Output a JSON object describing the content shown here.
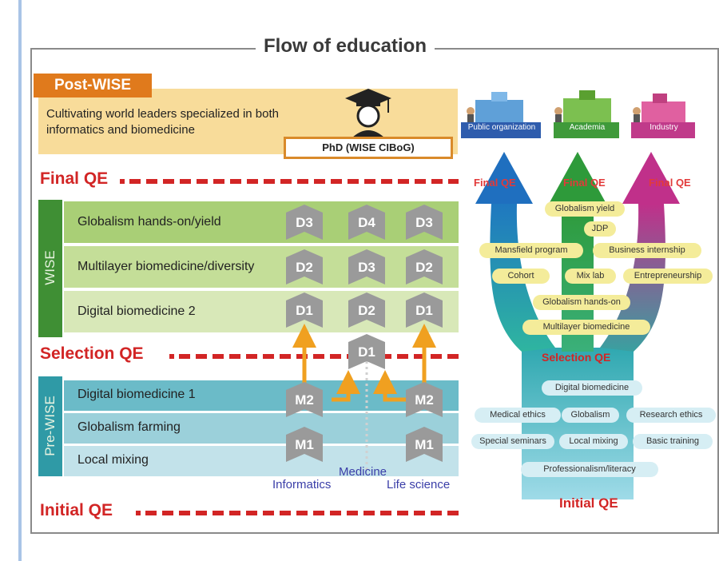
{
  "title": "Flow of education",
  "post_wise": {
    "tab": "Post-WISE",
    "description_line1": "Cultivating world leaders specialized in both",
    "description_line2": "informatics and biomedicine",
    "phd": "PhD (WISE CIBoG)"
  },
  "qe": {
    "final": "Final QE",
    "selection": "Selection QE",
    "initial": "Initial QE"
  },
  "wise": {
    "side_label": "WISE",
    "rows": [
      {
        "label": "Globalism hands-on/yield",
        "badges": [
          "D3",
          "D4",
          "D3"
        ]
      },
      {
        "label": "Multilayer biomedicine/diversity",
        "badges": [
          "D2",
          "D3",
          "D2"
        ]
      },
      {
        "label": "Digital biomedicine 2",
        "badges": [
          "D1",
          "D2",
          "D1"
        ]
      }
    ],
    "selection_badge": "D1"
  },
  "pre_wise": {
    "side_label": "Pre-WISE",
    "rows": [
      {
        "label": "Digital biomedicine 1"
      },
      {
        "label": "Globalism farming"
      },
      {
        "label": "Local mixing"
      }
    ],
    "badges_m2": [
      "M2",
      "M2"
    ],
    "badges_m1": [
      "M1",
      "M1"
    ]
  },
  "subjects": {
    "left": "Informatics",
    "center": "Medicine",
    "right": "Life science"
  },
  "destinations": [
    "Public organization",
    "Academia",
    "Industry"
  ],
  "tree": {
    "final_labels": [
      "Final QE",
      "Final QE",
      "Final QE"
    ],
    "upper_pills": [
      "Globalism yield",
      "JDP",
      "Mansfield program",
      "Business internship",
      "Cohort",
      "Mix lab",
      "Entrepreneurship",
      "Globalism hands-on",
      "Multilayer biomedicine"
    ],
    "selection_label": "Selection QE",
    "lower_pills": [
      "Digital biomedicine",
      "Medical ethics",
      "Globalism",
      "Research ethics",
      "Special seminars",
      "Local mixing",
      "Basic training",
      "Professionalism/literacy"
    ],
    "initial_label": "Initial QE"
  },
  "colors": {
    "qe_red": "#d22525",
    "wise_green": "#3f8f34",
    "prewise_teal": "#2f9aa6",
    "post_orange": "#e07a1c",
    "badge_gray": "#9a9a9a",
    "arrow_orange": "#f0a020"
  }
}
